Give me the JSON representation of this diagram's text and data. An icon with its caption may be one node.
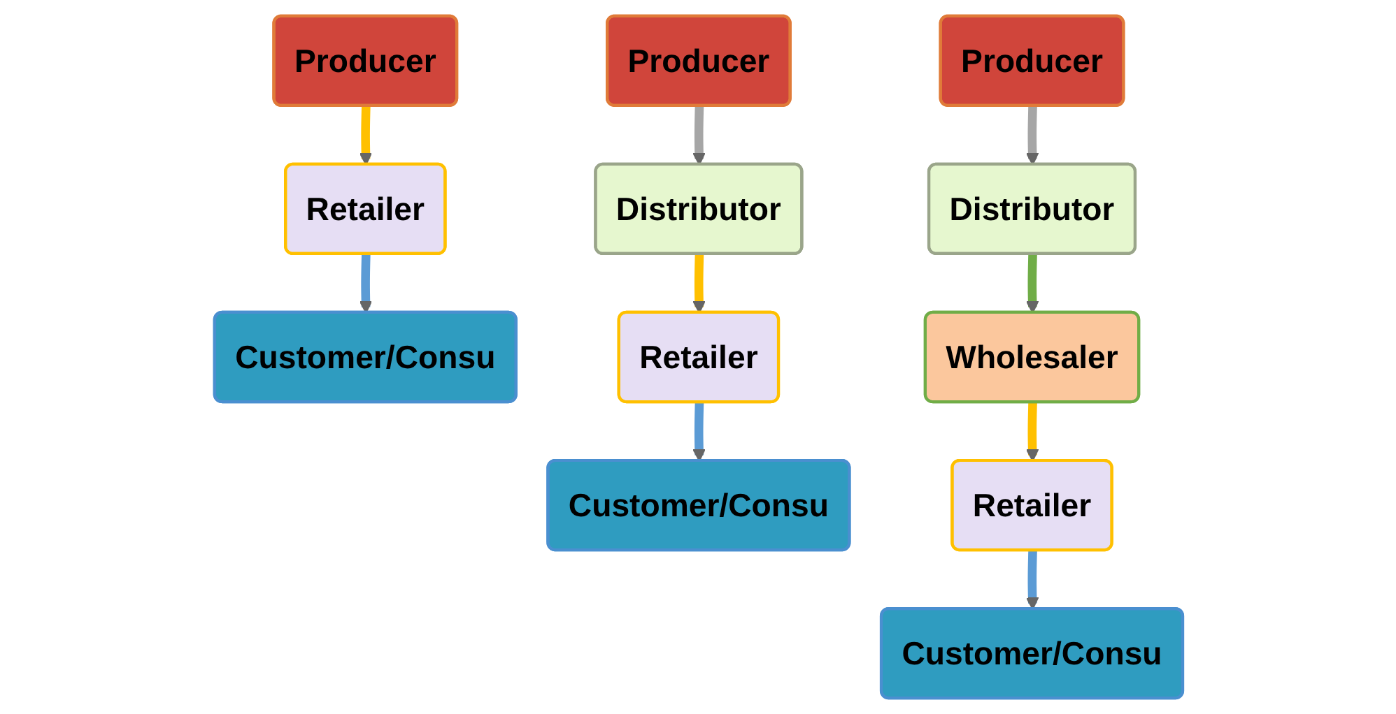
{
  "diagram": {
    "nodes": [
      {
        "text": [
          "Producer"
        ]
      },
      {
        "text": [
          "Retailer"
        ]
      },
      {
        "text": [
          "Customer/Consu"
        ]
      },
      {
        "text": [
          "Producer"
        ]
      },
      {
        "text": [
          "Distributor"
        ]
      },
      {
        "text": [
          "Retailer"
        ]
      },
      {
        "text": [
          "Customer/Consu"
        ]
      },
      {
        "text": [
          "Producer"
        ]
      },
      {
        "text": [
          "Distributor"
        ]
      },
      {
        "text": [
          "Wholesaler"
        ]
      },
      {
        "text": [
          "Retailer"
        ]
      },
      {
        "text": [
          "Customer/Consu"
        ]
      }
    ],
    "edges": [
      {
        "from": 0,
        "to": 1,
        "arrow": "to",
        "color": "#ffc000"
      },
      {
        "from": 1,
        "to": 2,
        "arrow": "to",
        "color": "#5b9bd5"
      },
      {
        "from": 3,
        "to": 4,
        "arrow": "to",
        "color": "#a6a6a6"
      },
      {
        "from": 4,
        "to": 5,
        "arrow": "to",
        "color": "#ffc000"
      },
      {
        "from": 5,
        "to": 6,
        "arrow": "to",
        "color": "#5b9bd5"
      },
      {
        "from": 7,
        "to": 8,
        "arrow": "to",
        "color": "#a6a6a6"
      },
      {
        "from": 8,
        "to": 9,
        "arrow": "to",
        "color": "#70ad47"
      },
      {
        "from": 9,
        "to": 10,
        "arrow": "to",
        "color": "#ffc000"
      },
      {
        "from": 10,
        "to": 11,
        "arrow": "to",
        "color": "#5b9bd5"
      }
    ]
  }
}
